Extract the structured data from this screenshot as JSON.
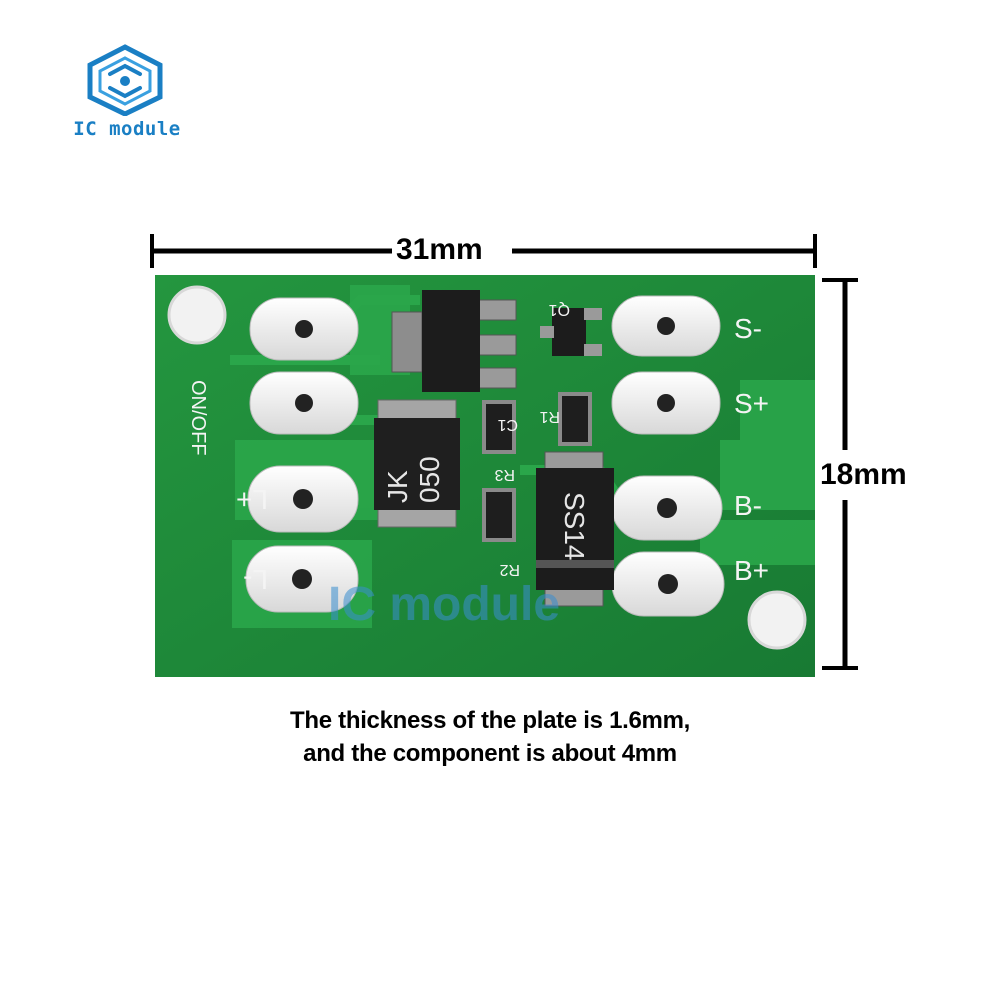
{
  "brand": {
    "name": "IC module",
    "logo_icon": "hexagon-circuit-icon",
    "color": "#1a7fc4"
  },
  "watermark": "IC module",
  "dimensions": {
    "width": "31mm",
    "height": "18mm"
  },
  "board": {
    "color": "#1f8a3a",
    "silkscreen": {
      "switch": "ON/OFF",
      "pads_left": [
        "L+",
        "L-"
      ],
      "pads_right": [
        "S-",
        "S+",
        "B-",
        "B+"
      ],
      "components": [
        "Q1",
        "R1",
        "R2",
        "R3",
        "C1"
      ],
      "inductor_marking": [
        "JK",
        "050"
      ],
      "diode_marking": "SS14"
    }
  },
  "caption": {
    "line1": "The thickness of the plate is 1.6mm,",
    "line2": "and the component is about 4mm"
  }
}
